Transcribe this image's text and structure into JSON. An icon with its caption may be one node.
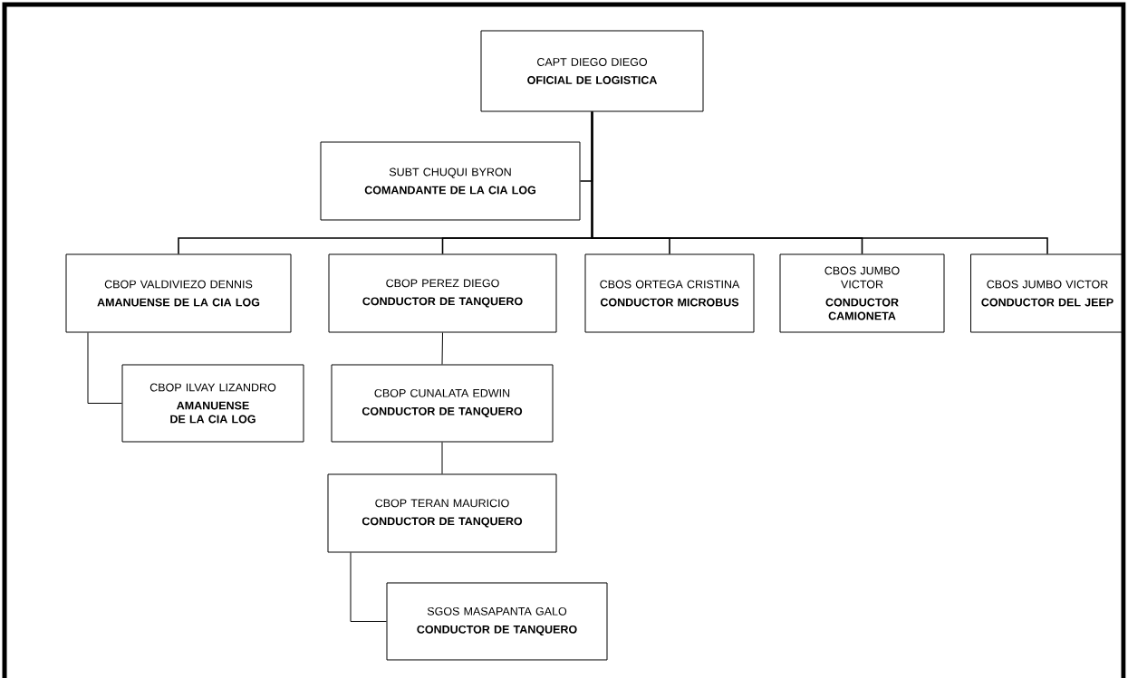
{
  "diagram": {
    "nodes": [
      {
        "text": [
          "CAPT DIEGO DIEGO",
          "OFICIAL  DE LOGISTICA"
        ]
      },
      {
        "text": [
          "SUBT CHUQUI BYRON",
          "COMANDANTE DE LA CIA LOG"
        ]
      },
      {
        "text": [
          "CBOP VALDIVIEZO DENNIS",
          "AMANUENSE DE LA CIA LOG"
        ]
      },
      {
        "text": [
          "CBOP PEREZ DIEGO",
          "CONDUCTOR DE TANQUERO"
        ]
      },
      {
        "text": [
          "CBOS ORTEGA CRISTINA",
          "CONDUCTOR MICROBUS"
        ]
      },
      {
        "text": [
          "CBOS JUMBO VICTOR",
          "CONDUCTOR CAMIONETA"
        ]
      },
      {
        "text": [
          "CBOS JUMBO VICTOR",
          "CONDUCTOR DEL JEEP"
        ]
      },
      {
        "text": [
          "CBOP ILVAY LIZANDRO",
          "AMANUENSE DE LA CIA LOG"
        ]
      },
      {
        "text": [
          "CBOP CUNALATA EDWIN",
          "CONDUCTOR DE TANQUERO"
        ]
      },
      {
        "text": [
          "CBOP TERAN MAURICIO",
          "CONDUCTOR DE TANQUERO"
        ]
      },
      {
        "text": [
          "SGOS MASAPANTA GALO",
          "CONDUCTOR DE TANQUERO"
        ]
      }
    ],
    "edges": [
      {
        "from": 0,
        "to": 1,
        "arrow": "none"
      },
      {
        "from": 0,
        "to": 2,
        "arrow": "none"
      },
      {
        "from": 0,
        "to": 3,
        "arrow": "none"
      },
      {
        "from": 0,
        "to": 4,
        "arrow": "none"
      },
      {
        "from": 0,
        "to": 5,
        "arrow": "none"
      },
      {
        "from": 0,
        "to": 6,
        "arrow": "none"
      },
      {
        "from": 2,
        "to": 7,
        "arrow": "none"
      },
      {
        "from": 3,
        "to": 8,
        "arrow": "none"
      },
      {
        "from": 8,
        "to": 9,
        "arrow": "none"
      },
      {
        "from": 9,
        "to": 10,
        "arrow": "none"
      }
    ]
  }
}
